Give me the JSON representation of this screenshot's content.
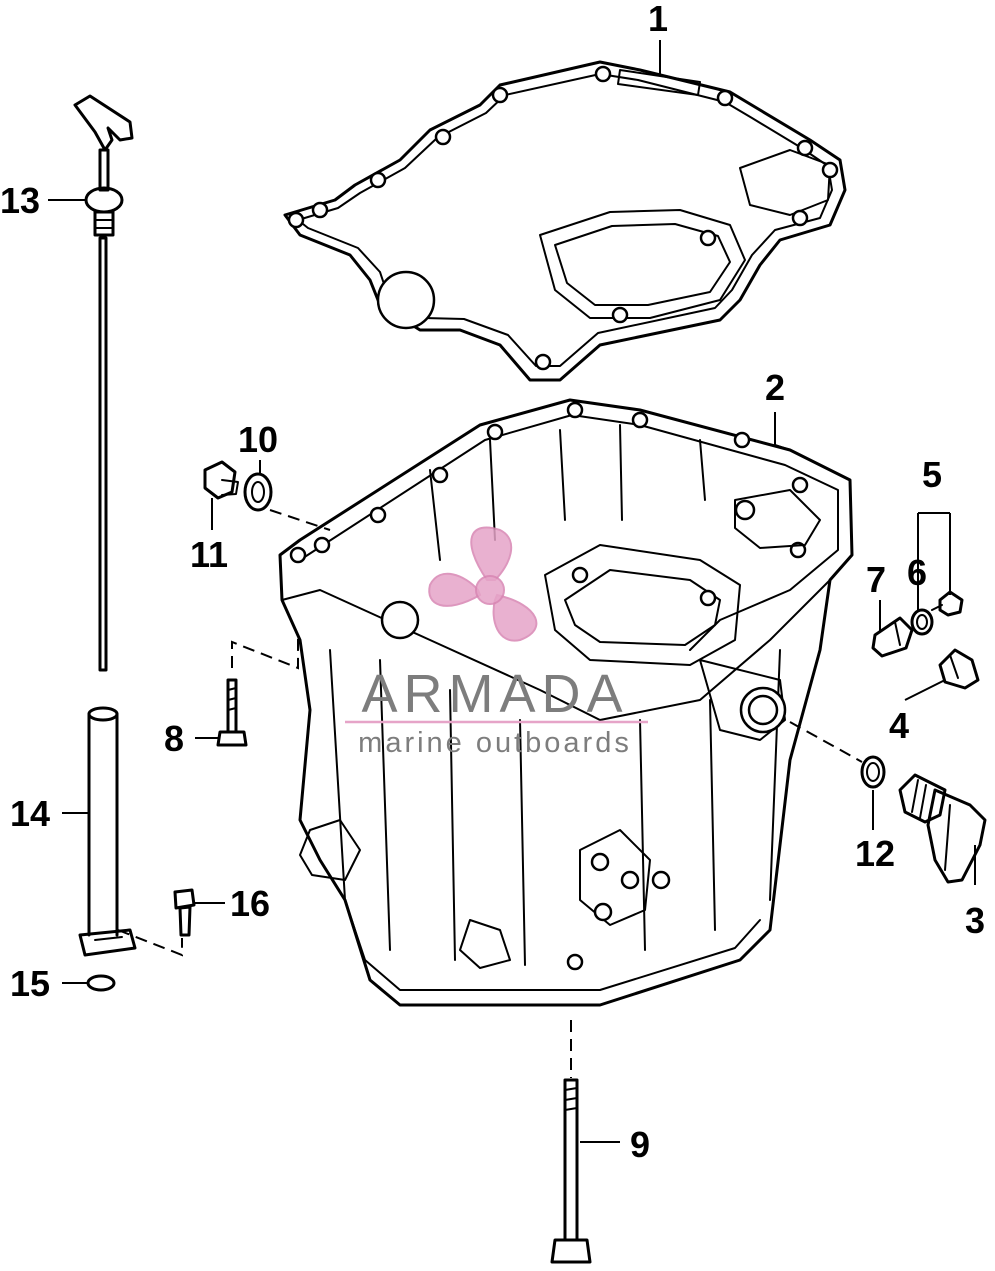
{
  "callouts": [
    "1",
    "2",
    "3",
    "4",
    "5",
    "6",
    "7",
    "8",
    "9",
    "10",
    "11",
    "12",
    "13",
    "14",
    "15",
    "16"
  ],
  "watermark": {
    "brand": "ARMADA",
    "tagline": "marine outboards",
    "logo_color": "#e6a4c8",
    "text_color": "#7d7d7d"
  },
  "colors": {
    "line": "#000000",
    "background": "#ffffff"
  }
}
